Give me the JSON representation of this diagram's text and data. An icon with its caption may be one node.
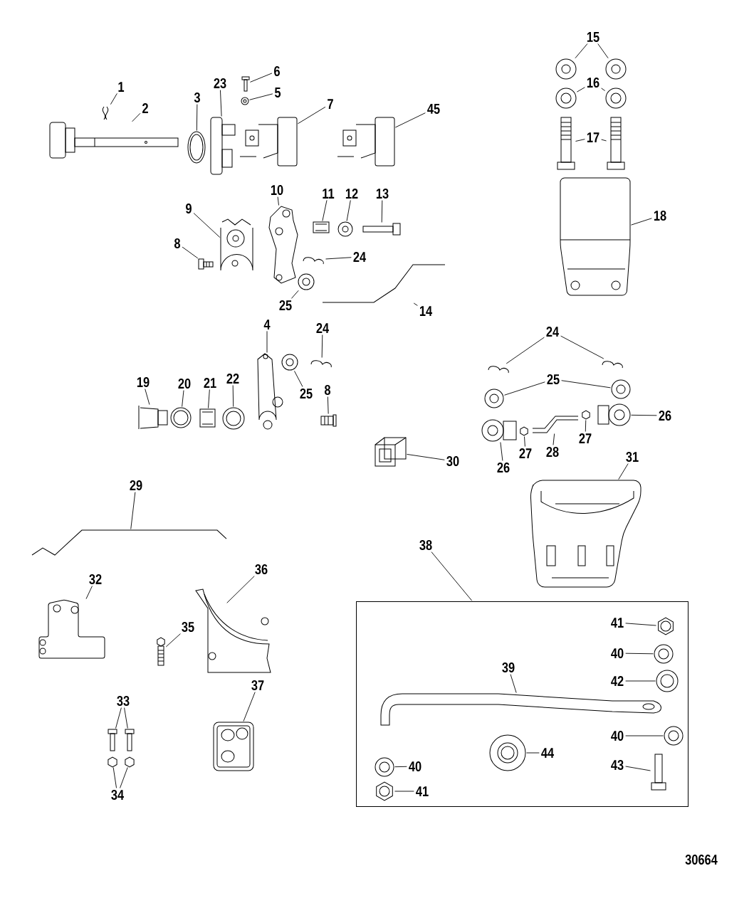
{
  "diagram": {
    "nodes": [
      {
        "text": [
          "1"
        ]
      },
      {
        "text": [
          "2"
        ]
      },
      {
        "text": [
          "3"
        ]
      },
      {
        "text": [
          "23"
        ]
      },
      {
        "text": [
          "6"
        ]
      },
      {
        "text": [
          "5"
        ]
      },
      {
        "text": [
          "7"
        ]
      },
      {
        "text": [
          "45"
        ]
      },
      {
        "text": [
          "10"
        ]
      },
      {
        "text": [
          "11"
        ]
      },
      {
        "text": [
          "12"
        ]
      },
      {
        "text": [
          "13"
        ]
      },
      {
        "text": [
          "9"
        ]
      },
      {
        "text": [
          "8"
        ]
      },
      {
        "text": [
          "24"
        ]
      },
      {
        "text": [
          "25"
        ]
      },
      {
        "text": [
          "14"
        ]
      },
      {
        "text": [
          "4"
        ]
      },
      {
        "text": [
          "24"
        ]
      },
      {
        "text": [
          "19"
        ]
      },
      {
        "text": [
          "20"
        ]
      },
      {
        "text": [
          "21"
        ]
      },
      {
        "text": [
          "22"
        ]
      },
      {
        "text": [
          "25"
        ]
      },
      {
        "text": [
          "8"
        ]
      },
      {
        "text": [
          "30"
        ]
      },
      {
        "text": [
          "15"
        ]
      },
      {
        "text": [
          "16"
        ]
      },
      {
        "text": [
          "17"
        ]
      },
      {
        "text": [
          "18"
        ]
      },
      {
        "text": [
          "24"
        ]
      },
      {
        "text": [
          "25"
        ]
      },
      {
        "text": [
          "26"
        ]
      },
      {
        "text": [
          "26"
        ]
      },
      {
        "text": [
          "27"
        ]
      },
      {
        "text": [
          "28"
        ]
      },
      {
        "text": [
          "27"
        ]
      },
      {
        "text": [
          "31"
        ]
      },
      {
        "text": [
          "29"
        ]
      },
      {
        "text": [
          "38"
        ]
      },
      {
        "text": [
          "32"
        ]
      },
      {
        "text": [
          "36"
        ]
      },
      {
        "text": [
          "35"
        ]
      },
      {
        "text": [
          "37"
        ]
      },
      {
        "text": [
          "33"
        ]
      },
      {
        "text": [
          "34"
        ]
      },
      {
        "text": [],
        "shape": "box"
      },
      {
        "text": [
          "41"
        ],
        "in": 46
      },
      {
        "text": [
          "40"
        ],
        "in": 46
      },
      {
        "text": [
          "42"
        ],
        "in": 46
      },
      {
        "text": [
          "39"
        ],
        "in": 46
      },
      {
        "text": [
          "40"
        ],
        "in": 46
      },
      {
        "text": [
          "44"
        ],
        "in": 46
      },
      {
        "text": [
          "43"
        ],
        "in": 46
      },
      {
        "text": [
          "40"
        ],
        "in": 46
      },
      {
        "text": [
          "41"
        ],
        "in": 46
      },
      {
        "text": [],
        "shape": "picture"
      },
      {
        "text": [],
        "shape": "picture"
      },
      {
        "text": [],
        "shape": "picture"
      },
      {
        "text": [],
        "shape": "picture"
      },
      {
        "text": [],
        "shape": "picture"
      },
      {
        "text": [],
        "shape": "picture"
      },
      {
        "text": [],
        "shape": "picture"
      },
      {
        "text": [],
        "shape": "picture"
      },
      {
        "text": [],
        "shape": "picture"
      },
      {
        "text": [],
        "shape": "picture"
      },
      {
        "text": [],
        "shape": "picture"
      },
      {
        "text": [],
        "shape": "picture"
      },
      {
        "text": [],
        "shape": "picture"
      },
      {
        "text": [],
        "shape": "picture"
      },
      {
        "text": [],
        "shape": "picture"
      },
      {
        "text": [],
        "shape": "picture"
      },
      {
        "text": [],
        "shape": "picture"
      },
      {
        "text": [],
        "shape": "picture"
      },
      {
        "text": [],
        "shape": "picture"
      },
      {
        "text": [],
        "shape": "picture"
      },
      {
        "text": [],
        "shape": "picture"
      },
      {
        "text": [],
        "shape": "picture"
      },
      {
        "text": [],
        "shape": "picture"
      },
      {
        "text": [],
        "shape": "picture"
      },
      {
        "text": [],
        "shape": "picture"
      },
      {
        "text": [],
        "shape": "picture"
      },
      {
        "text": [],
        "shape": "picture"
      },
      {
        "text": [],
        "shape": "picture"
      },
      {
        "text": [],
        "shape": "picture"
      },
      {
        "text": [],
        "shape": "picture"
      },
      {
        "text": [],
        "shape": "picture"
      },
      {
        "text": [],
        "shape": "picture"
      },
      {
        "text": [],
        "shape": "picture"
      },
      {
        "text": [],
        "shape": "picture"
      },
      {
        "text": [],
        "shape": "picture"
      },
      {
        "text": [],
        "shape": "picture"
      },
      {
        "text": [],
        "shape": "picture"
      },
      {
        "text": [],
        "shape": "picture"
      },
      {
        "text": [],
        "shape": "picture"
      },
      {
        "text": [],
        "shape": "picture"
      },
      {
        "text": [],
        "shape": "picture"
      },
      {
        "text": [],
        "shape": "picture"
      },
      {
        "text": [],
        "shape": "picture"
      },
      {
        "text": [],
        "shape": "picture"
      },
      {
        "text": [],
        "shape": "picture"
      },
      {
        "text": [],
        "shape": "picture"
      },
      {
        "text": [],
        "shape": "picture"
      },
      {
        "text": [],
        "shape": "picture"
      },
      {
        "text": [],
        "shape": "picture"
      },
      {
        "text": [],
        "shape": "picture"
      },
      {
        "text": [],
        "shape": "picture"
      },
      {
        "text": [],
        "shape": "picture"
      },
      {
        "text": [],
        "shape": "picture",
        "in": 46
      },
      {
        "text": [],
        "shape": "picture",
        "in": 46
      },
      {
        "text": [],
        "shape": "picture",
        "in": 46
      },
      {
        "text": [],
        "shape": "picture",
        "in": 46
      },
      {
        "text": [],
        "shape": "picture",
        "in": 46
      },
      {
        "text": [],
        "shape": "picture",
        "in": 46
      },
      {
        "text": [],
        "shape": "picture",
        "in": 46
      },
      {
        "text": [],
        "shape": "picture",
        "in": 46
      },
      {
        "text": [],
        "shape": "picture",
        "in": 46
      }
    ],
    "edges": [
      {
        "from": 0,
        "to": 56,
        "arrow": "none"
      },
      {
        "from": 1,
        "to": 57,
        "arrow": "none"
      },
      {
        "from": 2,
        "to": 58,
        "arrow": "none"
      },
      {
        "from": 3,
        "to": 59,
        "arrow": "none"
      },
      {
        "from": 4,
        "to": 60,
        "arrow": "none"
      },
      {
        "from": 5,
        "to": 61,
        "arrow": "none"
      },
      {
        "from": 6,
        "to": 62,
        "arrow": "none"
      },
      {
        "from": 7,
        "to": 63,
        "arrow": "none"
      },
      {
        "from": 8,
        "to": 64,
        "arrow": "none"
      },
      {
        "from": 9,
        "to": 65,
        "arrow": "none"
      },
      {
        "from": 10,
        "to": 66,
        "arrow": "none"
      },
      {
        "from": 11,
        "to": 67,
        "arrow": "none"
      },
      {
        "from": 12,
        "to": 68,
        "arrow": "none"
      },
      {
        "from": 13,
        "to": 69,
        "arrow": "none"
      },
      {
        "from": 14,
        "to": 70,
        "arrow": "none"
      },
      {
        "from": 15,
        "to": 71,
        "arrow": "none"
      },
      {
        "from": 16,
        "to": 72,
        "arrow": "none"
      },
      {
        "from": 17,
        "to": 73,
        "arrow": "none"
      },
      {
        "from": 18,
        "to": 74,
        "arrow": "none"
      },
      {
        "from": 19,
        "to": 75,
        "arrow": "none"
      },
      {
        "from": 20,
        "to": 76,
        "arrow": "none"
      },
      {
        "from": 21,
        "to": 77,
        "arrow": "none"
      },
      {
        "from": 22,
        "to": 78,
        "arrow": "none"
      },
      {
        "from": 23,
        "to": 79,
        "arrow": "none"
      },
      {
        "from": 24,
        "to": 80,
        "arrow": "none"
      },
      {
        "from": 25,
        "to": 81,
        "arrow": "none"
      },
      {
        "from": 26,
        "to": 82,
        "arrow": "none"
      },
      {
        "from": 26,
        "to": 83,
        "arrow": "none"
      },
      {
        "from": 27,
        "to": 84,
        "arrow": "none"
      },
      {
        "from": 27,
        "to": 85,
        "arrow": "none"
      },
      {
        "from": 28,
        "to": 86,
        "arrow": "none"
      },
      {
        "from": 28,
        "to": 87,
        "arrow": "none"
      },
      {
        "from": 29,
        "to": 88,
        "arrow": "none"
      },
      {
        "from": 30,
        "to": 89,
        "arrow": "none"
      },
      {
        "from": 30,
        "to": 90,
        "arrow": "none"
      },
      {
        "from": 31,
        "to": 91,
        "arrow": "none"
      },
      {
        "from": 31,
        "to": 92,
        "arrow": "none"
      },
      {
        "from": 32,
        "to": 93,
        "arrow": "none"
      },
      {
        "from": 33,
        "to": 94,
        "arrow": "none"
      },
      {
        "from": 34,
        "to": 95,
        "arrow": "none"
      },
      {
        "from": 35,
        "to": 96,
        "arrow": "none"
      },
      {
        "from": 36,
        "to": 97,
        "arrow": "none"
      },
      {
        "from": 37,
        "to": 98,
        "arrow": "none"
      },
      {
        "from": 38,
        "to": 99,
        "arrow": "none"
      },
      {
        "from": 39,
        "to": 46,
        "arrow": "none"
      },
      {
        "from": 40,
        "to": 100,
        "arrow": "none"
      },
      {
        "from": 41,
        "to": 101,
        "arrow": "none"
      },
      {
        "from": 42,
        "to": 102,
        "arrow": "none"
      },
      {
        "from": 43,
        "to": 103,
        "arrow": "none"
      },
      {
        "from": 44,
        "to": 104,
        "arrow": "none"
      },
      {
        "from": 44,
        "to": 105,
        "arrow": "none"
      },
      {
        "from": 45,
        "to": 106,
        "arrow": "none"
      },
      {
        "from": 45,
        "to": 107,
        "arrow": "none"
      },
      {
        "from": 47,
        "to": 108,
        "arrow": "none"
      },
      {
        "from": 48,
        "to": 109,
        "arrow": "none"
      },
      {
        "from": 49,
        "to": 110,
        "arrow": "none"
      },
      {
        "from": 50,
        "to": 111,
        "arrow": "none"
      },
      {
        "from": 51,
        "to": 112,
        "arrow": "none"
      },
      {
        "from": 52,
        "to": 113,
        "arrow": "none"
      },
      {
        "from": 53,
        "to": 114,
        "arrow": "none"
      },
      {
        "from": 54,
        "to": 115,
        "arrow": "none"
      },
      {
        "from": 55,
        "to": 116,
        "arrow": "none"
      }
    ],
    "labels": [
      "30664"
    ]
  }
}
